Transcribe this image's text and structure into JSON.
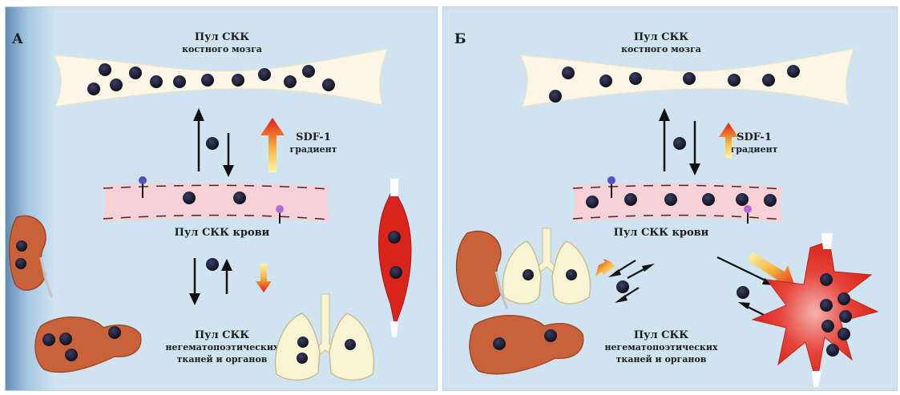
{
  "panel_a": {
    "letter": "А",
    "bone_marrow_pool": {
      "line1": "Пул СКК",
      "line2": "костного мозга"
    },
    "sdf_label": {
      "line1": "SDF-1",
      "line2": "градиент"
    },
    "blood_pool": "Пул СКК крови",
    "tissue_pool": {
      "line1": "Пул СКК",
      "line2": "негематопоэтических",
      "line3": "тканей и органов"
    }
  },
  "panel_b": {
    "letter": "Б",
    "bone_marrow_pool": {
      "line1": "Пул СКК",
      "line2": "костного мозга"
    },
    "sdf_label": {
      "line1": "SDF-1",
      "line2": "градиент"
    },
    "blood_pool": "Пул СКК крови",
    "tissue_pool": {
      "line1": "Пул СКК",
      "line2": "негематопоэтических",
      "line3": "тканей и органов"
    }
  },
  "colors": {
    "background": "#cfe3f1",
    "bone": "#fbf6e6",
    "vessel": "#f6d2d6",
    "organ": "#c9623a",
    "lung": "#f8f3d2",
    "muscle": "#d9241c",
    "cell": "#141420"
  }
}
